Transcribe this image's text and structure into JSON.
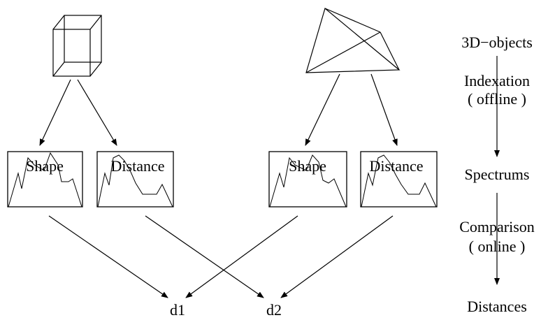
{
  "panels": [
    {
      "title": "Shape"
    },
    {
      "title": "Distance"
    },
    {
      "title": "Shape"
    },
    {
      "title": "Distance"
    }
  ],
  "results": {
    "left": "d1",
    "right": "d2"
  },
  "stages": {
    "objects": "3D−objects",
    "indexation": "Indexation",
    "indexation_mode": "( offline )",
    "spectrums": "Spectrums",
    "comparison": "Comparison",
    "comparison_mode": "( online )",
    "distances": "Distances"
  }
}
